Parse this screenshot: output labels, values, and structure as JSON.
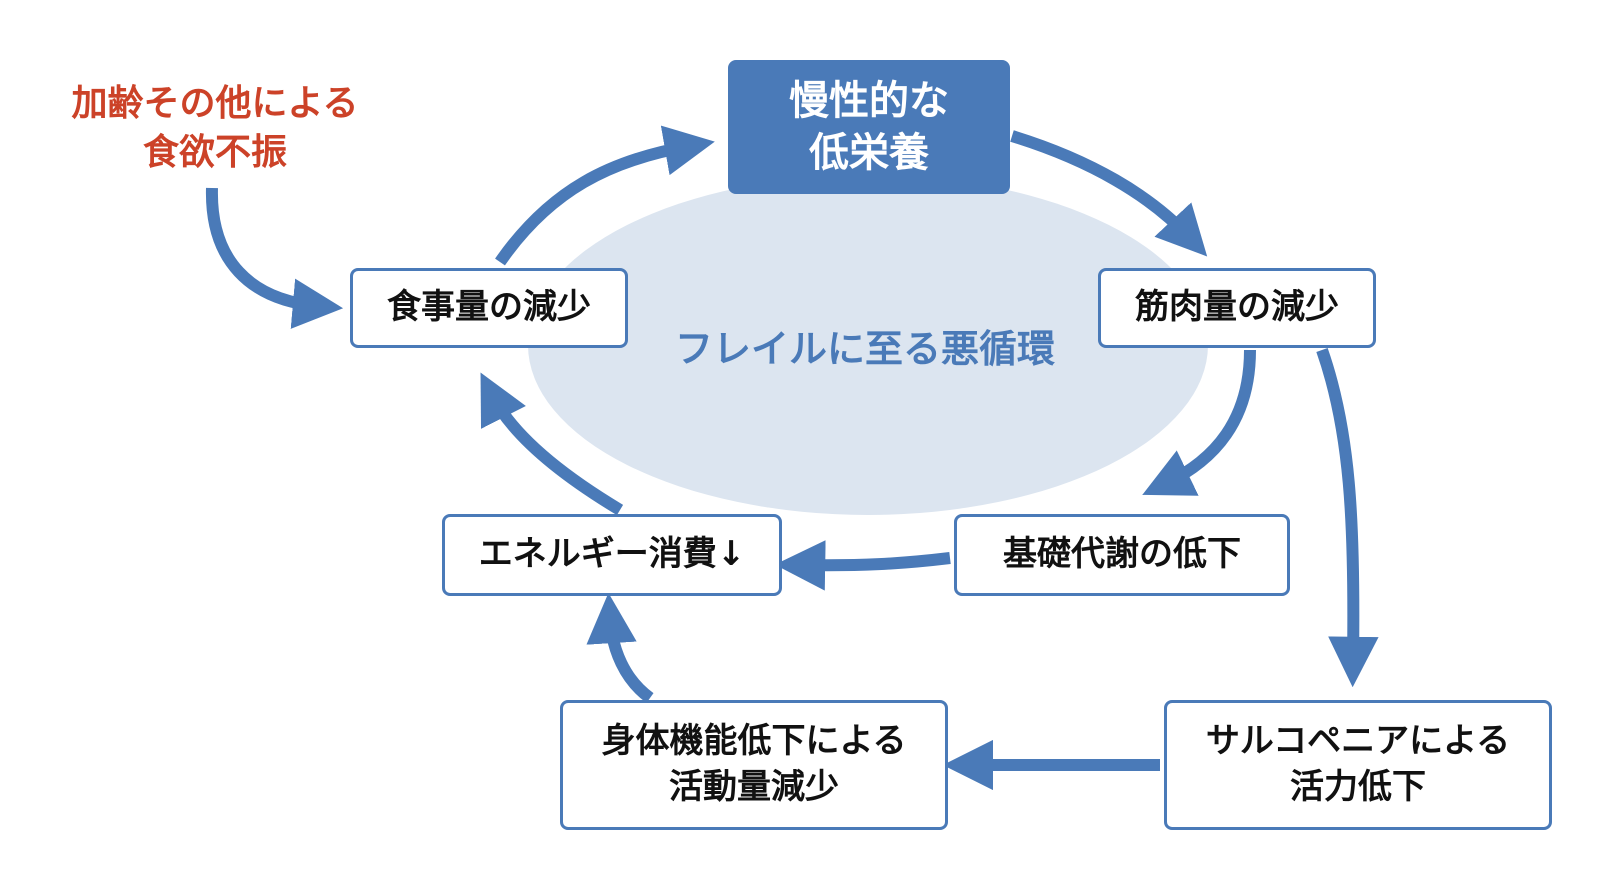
{
  "colors": {
    "arrow": "#4a7ab8",
    "cause_text": "#cc4228",
    "ellipse_fill": "#dce5f0",
    "main_box_fill": "#4a7ab8"
  },
  "cause": {
    "text": "加齢その他による\n食欲不振"
  },
  "cycle_label": "フレイルに至る悪循環",
  "nodes": {
    "chronic_malnutrition": "慢性的な\n低栄養",
    "muscle_mass_decrease": "筋肉量の減少",
    "food_intake_decrease": "食事量の減少",
    "basal_metabolism_decrease": "基礎代謝の低下",
    "energy_consumption_decrease": "エネルギー消費↓",
    "sarcopenia_vitality_decrease": "サルコペニアによる\n活力低下",
    "activity_decrease": "身体機能低下による\n活動量減少"
  }
}
